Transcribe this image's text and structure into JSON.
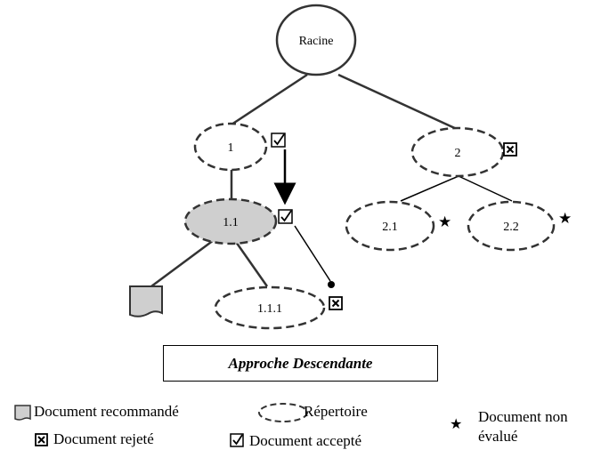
{
  "diagram": {
    "nodes": {
      "root": "Racine",
      "n1": "1",
      "n2": "2",
      "n11": "1.1",
      "n111": "1.1.1",
      "n21": "2.1",
      "n22": "2.2"
    },
    "title": "Approche Descendante"
  },
  "legend": {
    "recommended": "Document recommandé",
    "directory": "Répertoire",
    "not_evaluated_line1": "Document non",
    "not_evaluated_line2": "évalué",
    "rejected": "Document rejeté",
    "accepted": "Document accepté"
  },
  "colors": {
    "highlight_fill": "#cfcfcf",
    "stroke": "#333333"
  }
}
